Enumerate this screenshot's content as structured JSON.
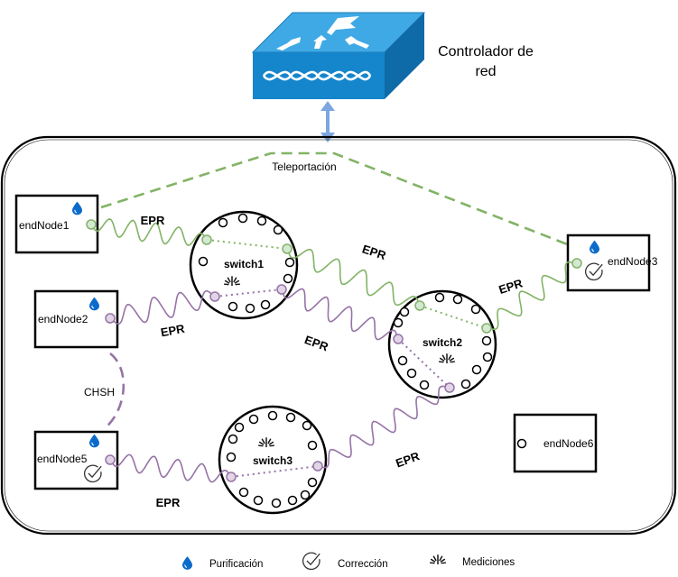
{
  "controller": {
    "label_line1": "Controlador de",
    "label_line2": "red"
  },
  "teleport_label": "Teleportación",
  "chsh_label": "CHSH",
  "epr_label": "EPR",
  "nodes": {
    "n1": "endNode1",
    "n2": "endNode2",
    "n3": "endNode3",
    "n5": "endNode5",
    "n6": "endNode6"
  },
  "switches": {
    "s1": "switch1",
    "s2": "switch2",
    "s3": "switch3"
  },
  "legend": {
    "purification": "Purificación",
    "correction": "Corrección",
    "measurements": "Mediciones"
  },
  "colors": {
    "green": "#82b366",
    "purple": "#9673a6",
    "green_fill": "#d5e8d4",
    "purple_fill": "#e1d5e7",
    "device_blue": "#1ba1e2",
    "drop_blue": "#0066cc"
  }
}
